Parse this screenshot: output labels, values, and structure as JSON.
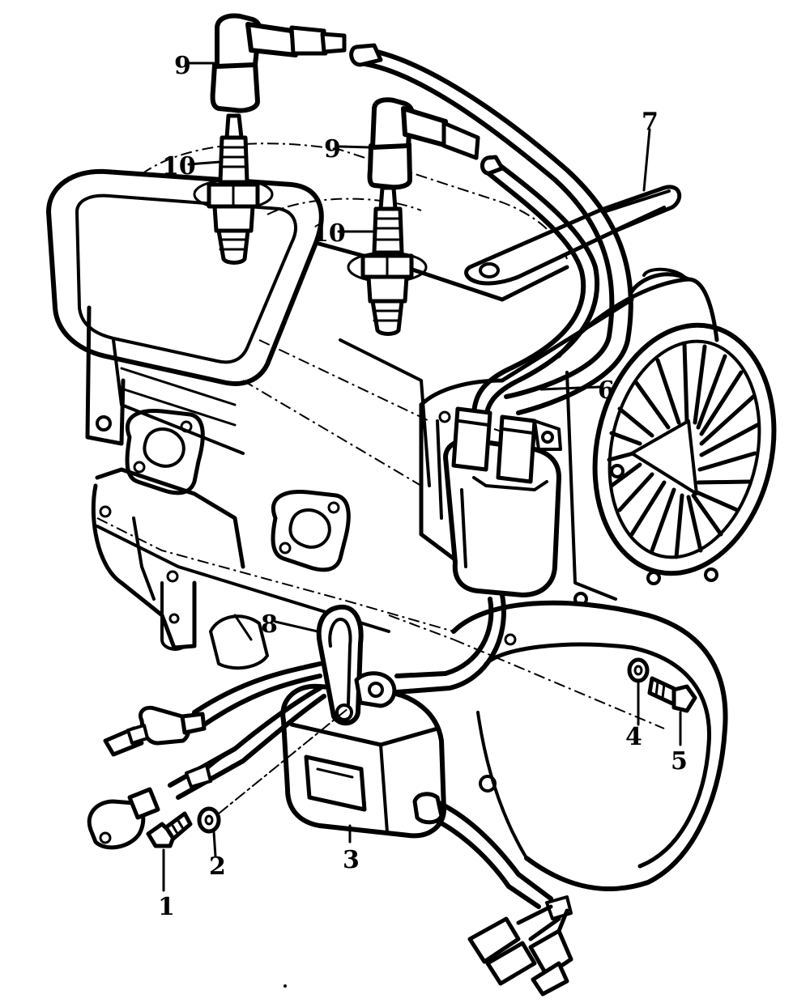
{
  "colors": {
    "ink": "#000000",
    "paper": "#ffffff"
  },
  "callouts": {
    "c1": "1",
    "c2": "2",
    "c3": "3",
    "c4": "4",
    "c5": "5",
    "c6": "6",
    "c7": "7",
    "c8": "8",
    "c9a": "9",
    "c9b": "9",
    "c10a": "10",
    "c10b": "10"
  }
}
